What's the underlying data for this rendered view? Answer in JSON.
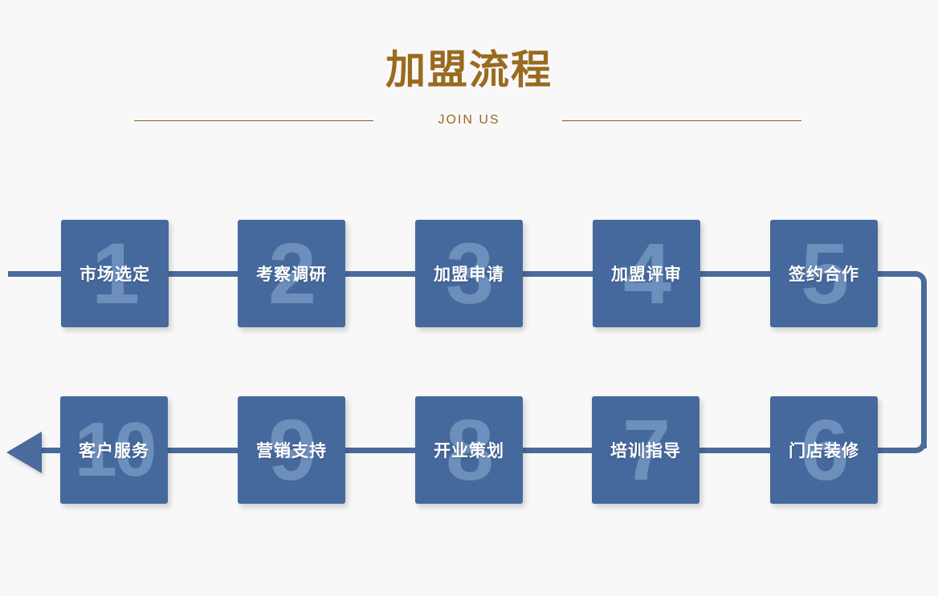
{
  "header": {
    "title": "加盟流程",
    "subtitle": "JOIN US",
    "title_color": "#9a6a1f",
    "rule_color": "#8a5d17"
  },
  "theme": {
    "background": "#f8f8f8",
    "box_fill": "#45699c",
    "box_number": "#6d8fbc",
    "connector": "#4a6b9b",
    "label_text": "#ffffff"
  },
  "flow": {
    "row_top": [
      {
        "number": "1",
        "label": "市场选定"
      },
      {
        "number": "2",
        "label": "考察调研"
      },
      {
        "number": "3",
        "label": "加盟申请"
      },
      {
        "number": "4",
        "label": "加盟评审"
      },
      {
        "number": "5",
        "label": "签约合作"
      }
    ],
    "row_bottom": [
      {
        "number": "10",
        "label": "客户服务"
      },
      {
        "number": "9",
        "label": "营销支持"
      },
      {
        "number": "8",
        "label": "开业策划"
      },
      {
        "number": "7",
        "label": "培训指导"
      },
      {
        "number": "6",
        "label": "门店装修"
      }
    ]
  }
}
